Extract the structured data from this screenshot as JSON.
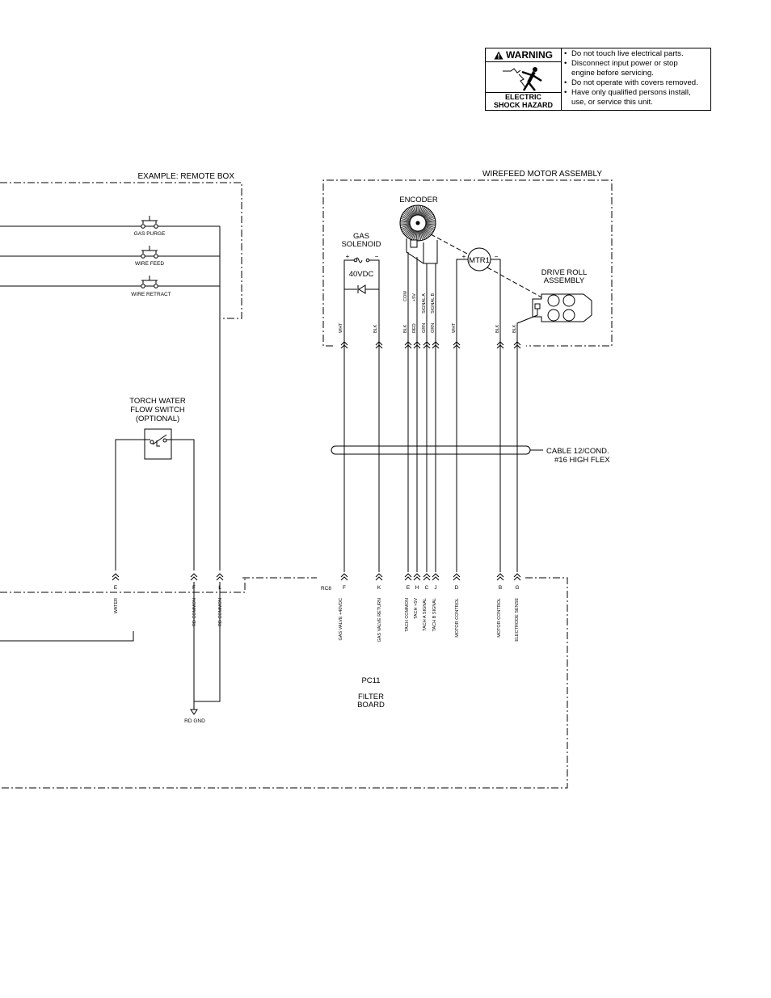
{
  "warning": {
    "header": "WARNING",
    "caption_line1": "ELECTRIC",
    "caption_line2": "SHOCK HAZARD",
    "bullets": [
      "Do not touch live electrical parts.",
      "Disconnect input power or stop",
      "engine before servicing.",
      "Do not operate with covers removed.",
      "Have only qualified persons install,",
      "use, or service this unit."
    ]
  },
  "remote_box": {
    "title": "EXAMPLE: REMOTE BOX",
    "switches": [
      "GAS PURGE",
      "WIRE FEED",
      "WIRE RETRACT"
    ]
  },
  "wirefeed": {
    "title": "WIREFEED MOTOR ASSEMBLY",
    "encoder": "ENCODER",
    "gas_solenoid_1": "GAS",
    "gas_solenoid_2": "SOLENOID",
    "solenoid_voltage": "40VDC",
    "plus": "+",
    "minus": "−",
    "motor": "MTR1",
    "drive_roll_1": "DRIVE ROLL",
    "drive_roll_2": "ASSEMBLY"
  },
  "wire_colors": [
    "WHT",
    "BLK",
    "BLK",
    "RED",
    "GRN",
    "ORN",
    "WHT",
    "BLK",
    "BLK"
  ],
  "encoder_labels": [
    "COM",
    "+5V",
    "SIGNAL A",
    "SIGNAL B"
  ],
  "cable": {
    "line1": "CABLE 12/COND.",
    "line2": "#16 HIGH FLEX"
  },
  "flow_switch": {
    "line1": "TORCH WATER",
    "line2": "FLOW SWITCH",
    "line3": "(OPTIONAL)"
  },
  "left_pins": [
    {
      "pin": "E",
      "label": "WATER"
    },
    {
      "pin": "F",
      "label": "RD COMMON"
    },
    {
      "pin": "L",
      "label": "RD COMMON"
    }
  ],
  "rc8": "RC8",
  "pins": [
    {
      "pin": "F",
      "label": "GAS VALVE +40VDC"
    },
    {
      "pin": "K",
      "label": "GAS VALVE RETURN"
    },
    {
      "pin": "E",
      "label": "TACH COMMON"
    },
    {
      "pin": "H",
      "label": "TACH +5V"
    },
    {
      "pin": "C",
      "label": "TACH A SIGNAL"
    },
    {
      "pin": "J",
      "label": "TACH B SIGNAL"
    },
    {
      "pin": "D",
      "label": "MOTOR CONTROL"
    },
    {
      "pin": "B",
      "label": "MOTOR CONTROL"
    },
    {
      "pin": "G",
      "label": "ELECTRODE SENSE"
    }
  ],
  "pc11": {
    "name": "PC11",
    "line1": "FILTER",
    "line2": "BOARD"
  },
  "rd_gnd": "RD GND"
}
